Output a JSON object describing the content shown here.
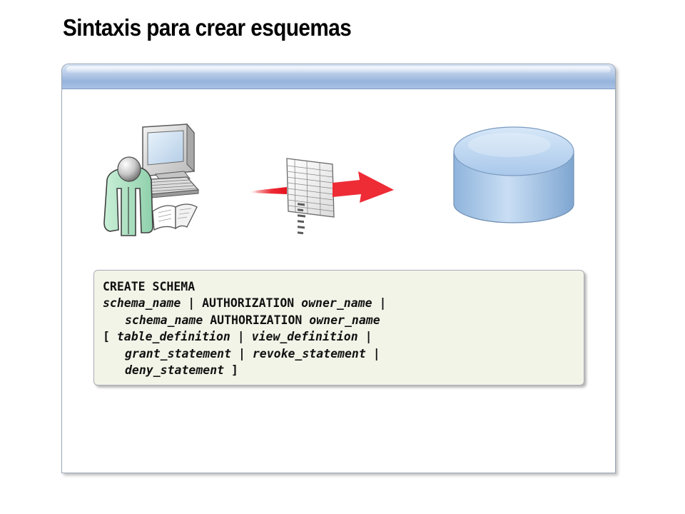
{
  "slide": {
    "title": "Sintaxis para crear esquemas"
  },
  "syntax": {
    "line1": {
      "kw1": "CREATE SCHEMA"
    },
    "line2": {
      "arg1": "schema_name",
      "sep1": " | ",
      "kw1": "AUTHORIZATION ",
      "arg2": "owner_name",
      "sep2": " |"
    },
    "line3": {
      "arg1": "schema_name",
      "kw1": " AUTHORIZATION ",
      "arg2": "owner_name"
    },
    "line4": {
      "open": "[ ",
      "arg1": "table_definition",
      "sep1": " | ",
      "arg2": "view_definition",
      "sep2": " |"
    },
    "line5": {
      "arg1": "grant_statement",
      "sep1": " | ",
      "arg2": "revoke_statement",
      "sep2": " |"
    },
    "line6": {
      "arg1": "deny_statement",
      "close": " ]"
    }
  },
  "icons": {
    "user": "user-at-computer-icon",
    "document": "schema-document-icon",
    "arrow": "red-arrow-icon",
    "database": "database-cylinder-icon"
  },
  "colors": {
    "header_bar": "#a7c1e4",
    "syntax_bg": "#f3f4e8",
    "arrow": "#ee2c36",
    "database": "#b8d4f0",
    "person_body": "#a7e0bf"
  }
}
